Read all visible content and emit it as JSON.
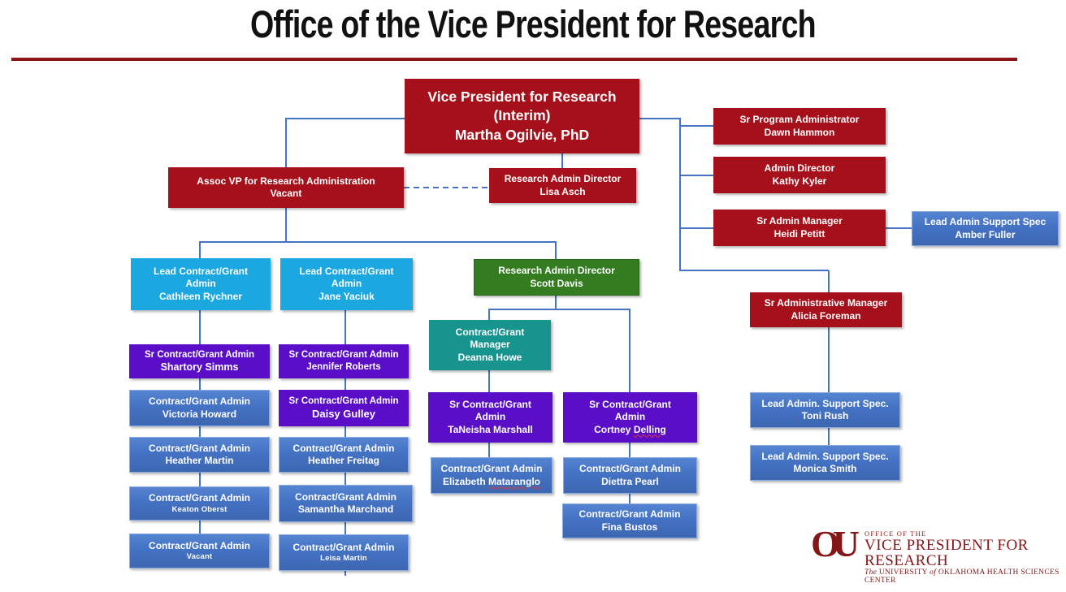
{
  "page": {
    "title": "Office of the Vice President for Research"
  },
  "colors": {
    "dark_red": "#A6101B",
    "cyan": "#1BA7E0",
    "green": "#337C20",
    "teal": "#17948D",
    "purple": "#5A0EC8",
    "blue": "#4472C4",
    "connector_blue": "#4472C4",
    "title_rule": "#8B1518",
    "logo_crimson": "#841617",
    "spellcheck_red": "#E03C31"
  },
  "org": {
    "vp": {
      "title": "Vice President for Research (Interim)",
      "name": "Martha Ogilvie, PhD"
    },
    "sr_program_administrator": {
      "title": "Sr Program Administrator",
      "name": "Dawn Hammon"
    },
    "admin_director": {
      "title": "Admin Director",
      "name": "Kathy Kyler"
    },
    "sr_admin_manager": {
      "title": "Sr Admin Manager",
      "name": "Heidi Petitt"
    },
    "lead_admin_support_spec": {
      "title": "Lead Admin Support Spec",
      "name": "Amber Fuller"
    },
    "assoc_vp": {
      "title": "Assoc VP for Research Administration",
      "name": "Vacant"
    },
    "research_admin_director_lisa": {
      "title": "Research Admin Director",
      "name": "Lisa Asch"
    },
    "lead_cga_rychner": {
      "title": "Lead Contract/Grant Admin",
      "name": "Cathleen Rychner"
    },
    "lead_cga_yaciuk": {
      "title": "Lead Contract/Grant Admin",
      "name": "Jane Yaciuk"
    },
    "research_admin_director_davis": {
      "title": "Research Admin Director",
      "name": "Scott Davis"
    },
    "cg_manager_howe": {
      "title": "Contract/Grant Manager",
      "name": "Deanna Howe"
    },
    "sr_cga_simms": {
      "title": "Sr Contract/Grant Admin",
      "name": "Shartory Simms"
    },
    "cga_howard": {
      "title": "Contract/Grant Admin",
      "name": "Victoria Howard"
    },
    "cga_heather_martin": {
      "title": "Contract/Grant Admin",
      "name": "Heather Martin"
    },
    "cga_oberst": {
      "title": "Contract/Grant Admin",
      "name": "Keaton Oberst"
    },
    "cga_vacant": {
      "title": "Contract/Grant Admin",
      "name": "Vacant"
    },
    "sr_cga_roberts": {
      "title": "Sr Contract/Grant Admin",
      "name": "Jennifer Roberts"
    },
    "sr_cga_gulley": {
      "title": "Sr Contract/Grant Admin",
      "name": "Daisy Gulley"
    },
    "cga_freitag": {
      "title": "Contract/Grant Admin",
      "name": "Heather Freitag"
    },
    "cga_marchand": {
      "title": "Contract/Grant Admin",
      "name": "Samantha Marchand"
    },
    "cga_leisa_martin": {
      "title": "Contract/Grant Admin",
      "name": "Leisa Martin"
    },
    "sr_cga_marshall": {
      "title": "Sr Contract/Grant Admin",
      "name": "TaNeisha Marshall"
    },
    "cga_mataranglo": {
      "title": "Contract/Grant Admin",
      "name_first": "Elizabeth ",
      "name_flagged": "Mataranglo"
    },
    "sr_cga_delling": {
      "title": "Sr Contract/Grant Admin",
      "name_first": "Cortney ",
      "name_flagged": "Delling"
    },
    "cga_pearl": {
      "title": "Contract/Grant Admin",
      "name": "Diettra Pearl"
    },
    "cga_bustos": {
      "title": "Contract/Grant Admin",
      "name": "Fina Bustos"
    },
    "sr_administrative_manager": {
      "title": "Sr Administrative Manager",
      "name": "Alicia Foreman"
    },
    "lead_admin_support_rush": {
      "title": "Lead Admin. Support Spec.",
      "name": "Toni Rush"
    },
    "lead_admin_support_smith": {
      "title": "Lead Admin. Support Spec.",
      "name": "Monica Smith"
    }
  },
  "logo": {
    "monogram": "OU",
    "office_of_the": "OFFICE OF THE",
    "org_name": "VICE PRESIDENT FOR RESEARCH",
    "university_the": "The",
    "university_mid": " UNIVERSITY ",
    "university_of": "of",
    "university_rest": " OKLAHOMA HEALTH SCIENCES CENTER"
  }
}
